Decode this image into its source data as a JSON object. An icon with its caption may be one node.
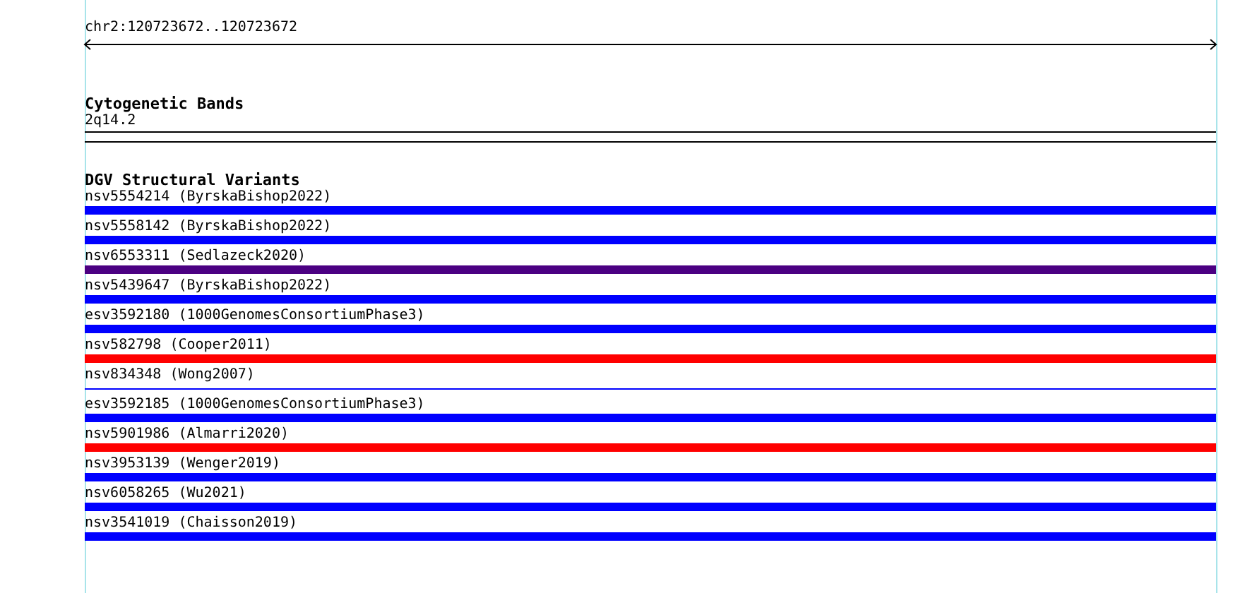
{
  "diagram": {
    "nodes": [
      {
        "text": [
          "2q14.2"
        ]
      },
      {
        "text": [
          "nsv5554214 (ByrskaBishop2022)"
        ]
      },
      {
        "text": [
          "nsv5558142 (ByrskaBishop2022)"
        ]
      },
      {
        "text": [
          "nsv6553311 (Sedlazeck2020)"
        ]
      },
      {
        "text": [
          "nsv5439647 (ByrskaBishop2022)"
        ]
      },
      {
        "text": [
          "esv3592180 (1000GenomesConsortiumPhase3)"
        ]
      },
      {
        "text": [
          "nsv582798 (Cooper2011)"
        ]
      },
      {
        "text": [
          "nsv834348 (Wong2007)"
        ]
      },
      {
        "text": [
          "esv3592185 (1000GenomesConsortiumPhase3)"
        ]
      },
      {
        "text": [
          "nsv5901986 (Almarri2020)"
        ]
      },
      {
        "text": [
          "nsv3953139 (Wenger2019)"
        ]
      },
      {
        "text": [
          "nsv6058265 (Wu2021)"
        ]
      },
      {
        "text": [
          "nsv3541019 (Chaisson2019)"
        ]
      }
    ],
    "labels": [
      "chr2:120723672..120723672",
      "Cytogenetic Bands",
      "DGV Structural Variants"
    ]
  }
}
